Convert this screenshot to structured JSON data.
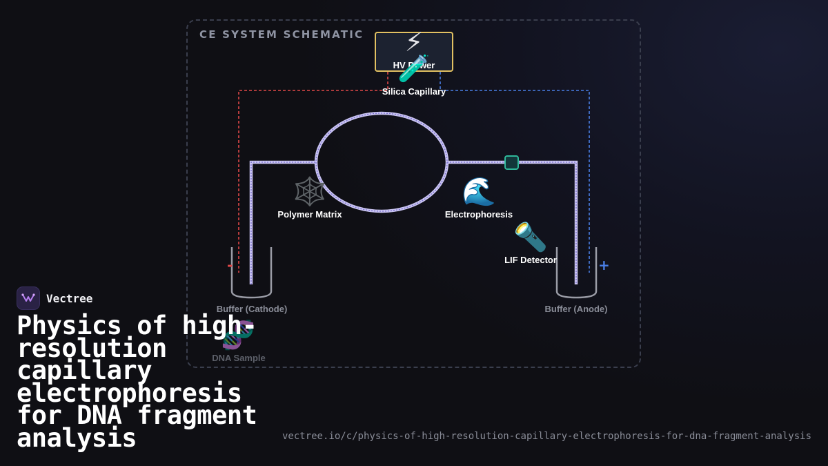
{
  "schematic": {
    "title": "CE SYSTEM SCHEMATIC",
    "nodes": {
      "hv_power": {
        "label": "HV Power",
        "icon": "lightning-icon",
        "glyph": "⚡"
      },
      "capillary": {
        "label": "Silica Capillary",
        "icon": "test-tube-icon",
        "glyph": "🧪"
      },
      "polymer": {
        "label": "Polymer Matrix",
        "icon": "spider-web-icon",
        "glyph": "🕸️"
      },
      "electrophoresis": {
        "label": "Electrophoresis",
        "icon": "water-wave-icon",
        "glyph": "🌊"
      },
      "detector": {
        "label": "LIF Detector",
        "icon": "flashlight-icon",
        "glyph": "🔦"
      },
      "cathode": {
        "label": "Buffer (Cathode)",
        "sign": "-"
      },
      "anode": {
        "label": "Buffer (Anode)",
        "sign": "+"
      },
      "sample": {
        "label": "DNA Sample",
        "icon": "dna-icon",
        "glyph": "🧬"
      }
    },
    "colors": {
      "negative_wire": "#e04848",
      "positive_wire": "#4a7fe6",
      "capillary": "#c9c4f0",
      "hv_border": "#e2c162",
      "detector_window": "#2fb89a"
    }
  },
  "brand": {
    "name": "Vectree",
    "logo_icon": "vectree-logo-icon"
  },
  "headline": "Physics of high-resolution capillary electrophoresis for DNA fragment analysis",
  "url": "vectree.io/c/physics-of-high-resolution-capillary-electrophoresis-for-dna-fragment-analysis"
}
